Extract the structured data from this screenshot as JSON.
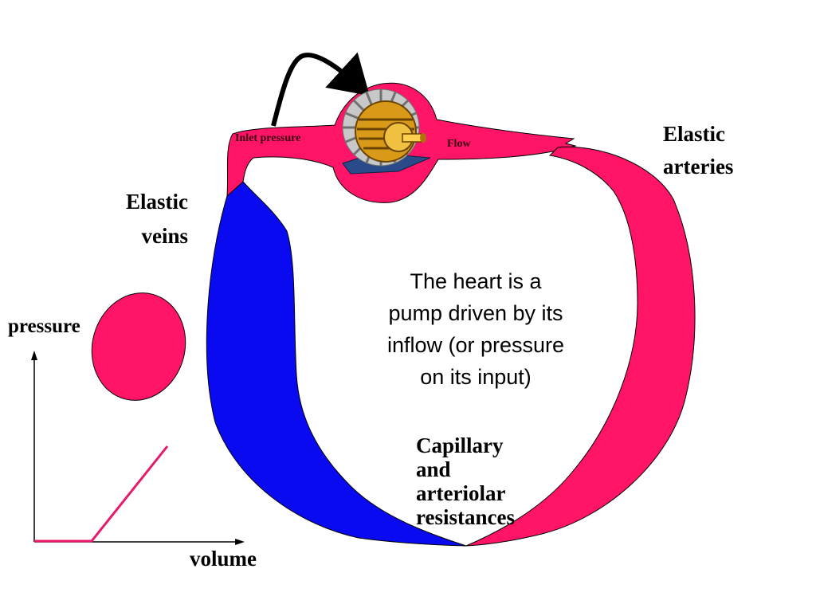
{
  "labels": {
    "elastic_veins": "Elastic\nveins",
    "elastic_arteries": "Elastic\narteries",
    "inlet_pressure": "Inlet pressure",
    "flow": "Flow",
    "center_text": "The heart is a\npump driven by its\ninflow (or pressure\non its input)",
    "capillary": "Capillary\nand\narteriolar\nresistances",
    "axis_y": "pressure",
    "axis_x": "volume"
  },
  "colors": {
    "artery": "#ff1468",
    "vein": "#0a0af0",
    "outline": "#000000",
    "curve": "#e8186a",
    "motor_body": "#d89a18",
    "motor_fins": "#c8c8c8",
    "motor_base": "#2a4a8a"
  },
  "icons": {
    "pump": "electric-motor-icon"
  }
}
